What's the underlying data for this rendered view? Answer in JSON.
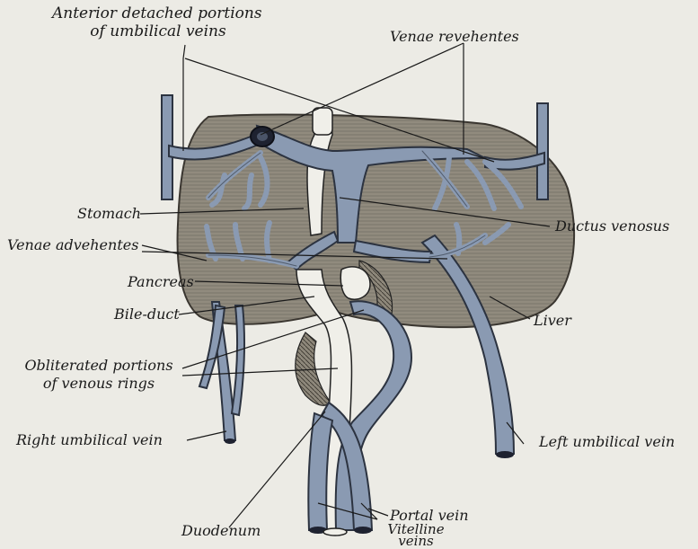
{
  "labels": {
    "anterior_detached_1": "Anterior detached portions",
    "anterior_detached_2": "of umbilical veins",
    "venae_revehentes": "Venae revehentes",
    "stomach": "Stomach",
    "ductus_venosus": "Ductus venosus",
    "venae_advehentes": "Venae advehentes",
    "pancreas": "Pancreas",
    "bile_duct": "Bile-duct",
    "liver": "Liver",
    "obliterated_1": "Obliterated portions",
    "obliterated_2": "of venous rings",
    "right_umbilical_vein": "Right umbilical vein",
    "left_umbilical_vein": "Left umbilical vein",
    "portal_vein": "Portal vein",
    "vitelline_1": "Vitelline",
    "vitelline_2": "veins",
    "duodenum": "Duodenum"
  },
  "colors": {
    "background": "#ecebe5",
    "liver": "#8f897c",
    "liver_edge": "#3a3630",
    "vein": "#8a9ab2",
    "vein_edge": "#2c3340",
    "gut": "#f0efe9",
    "ink": "#1a1a1a"
  }
}
